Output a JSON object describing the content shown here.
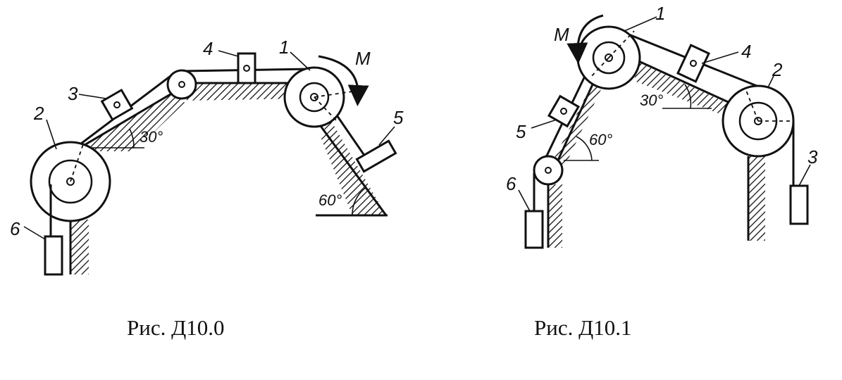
{
  "figures": [
    {
      "caption": "Рис.  Д10.0",
      "labels": {
        "pulley_1": "1",
        "wheel_2": "2",
        "block_3": "3",
        "block_4": "4",
        "block_5": "5",
        "weight_6": "6",
        "moment": "M"
      },
      "angles": {
        "left_incline": "30°",
        "right_incline": "60°"
      }
    },
    {
      "caption": "Рис.  Д10.1",
      "labels": {
        "pulley_1": "1",
        "wheel_2": "2",
        "weight_3": "3",
        "block_4": "4",
        "block_5": "5",
        "weight_6": "6",
        "moment": "M"
      },
      "angles": {
        "left_incline": "60°",
        "right_incline": "30°"
      }
    }
  ]
}
